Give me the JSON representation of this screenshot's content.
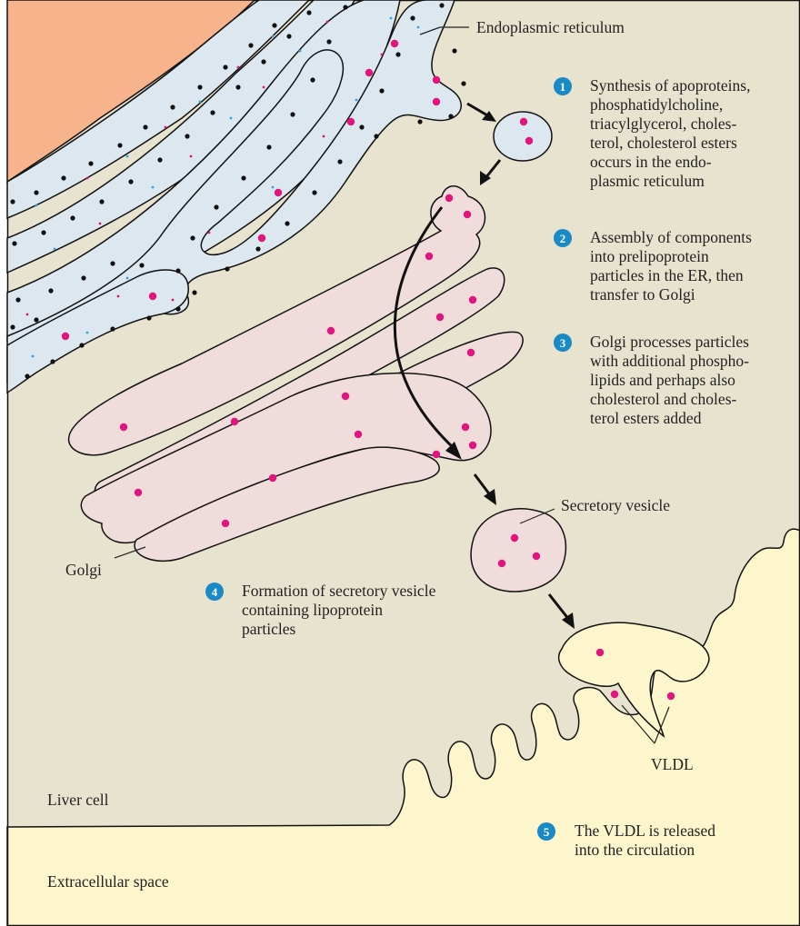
{
  "labels": {
    "endoplasmic_reticulum": "Endoplasmic reticulum",
    "golgi": "Golgi",
    "secretory_vesicle": "Secretory vesicle",
    "vldl": "VLDL",
    "liver_cell": "Liver cell",
    "extracellular_space": "Extracellular space"
  },
  "steps": [
    {
      "number": "1",
      "lines": [
        "Synthesis of apoproteins,",
        "phosphatidylcholine,",
        "triacylglycerol, choles-",
        "terol, cholesterol esters",
        "occurs in the endo-",
        "plasmic reticulum"
      ]
    },
    {
      "number": "2",
      "lines": [
        "Assembly of components",
        "into prelipoprotein",
        "particles in the ER, then",
        "transfer to Golgi"
      ]
    },
    {
      "number": "3",
      "lines": [
        "Golgi processes particles",
        "with additional phospho-",
        "lipids and perhaps also",
        "cholesterol and choles-",
        "terol esters  added"
      ]
    },
    {
      "number": "4",
      "lines": [
        "Formation of secretory vesicle",
        "containing lipoprotein",
        "particles"
      ]
    },
    {
      "number": "5",
      "lines": [
        "The VLDL is released",
        "into the circulation"
      ]
    }
  ],
  "colors": {
    "cell": "#e8e3cf",
    "extracellular": "#fdf5cc",
    "nucleus": "#f7b48c",
    "er": "#dde7ef",
    "golgi": "#f1dcdc",
    "particle": "#e0157e",
    "ribosome": "#111111",
    "small_blue": "#2aa6dc",
    "badge": "#1a8ac6"
  }
}
